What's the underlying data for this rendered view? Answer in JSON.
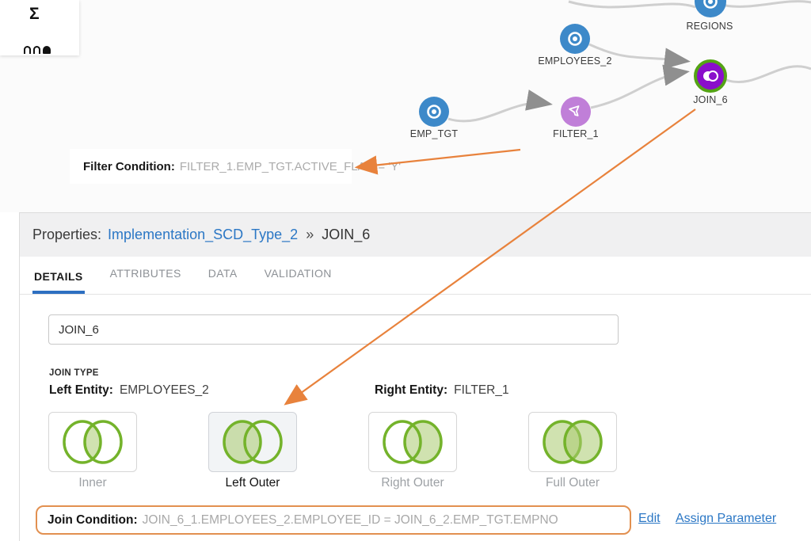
{
  "canvas": {
    "toolbar": {
      "sigma_glyph": "Σ"
    },
    "nodes": [
      {
        "id": "regions",
        "label": "REGIONS"
      },
      {
        "id": "employees_2",
        "label": "EMPLOYEES_2"
      },
      {
        "id": "emp_tgt",
        "label": "EMP_TGT"
      },
      {
        "id": "filter_1",
        "label": "FILTER_1"
      },
      {
        "id": "join_6",
        "label": "JOIN_6"
      }
    ],
    "filter_annotation": {
      "label": "Filter Condition:",
      "value": "FILTER_1.EMP_TGT.ACTIVE_FLAG = 'Y'"
    }
  },
  "properties": {
    "title_label": "Properties:",
    "breadcrumb_link": "Implementation_SCD_Type_2",
    "breadcrumb_separator": "»",
    "breadcrumb_current": "JOIN_6",
    "tabs": [
      {
        "label": "DETAILS",
        "active": true
      },
      {
        "label": "ATTRIBUTES",
        "active": false
      },
      {
        "label": "DATA",
        "active": false
      },
      {
        "label": "VALIDATION",
        "active": false
      }
    ],
    "name_value": "JOIN_6",
    "join_type_label": "JOIN TYPE",
    "left_entity_label": "Left Entity:",
    "left_entity_value": "EMPLOYEES_2",
    "right_entity_label": "Right Entity:",
    "right_entity_value": "FILTER_1",
    "join_types": [
      {
        "label": "Inner",
        "selected": false
      },
      {
        "label": "Left Outer",
        "selected": true
      },
      {
        "label": "Right Outer",
        "selected": false
      },
      {
        "label": "Full Outer",
        "selected": false
      }
    ],
    "join_condition_label": "Join Condition:",
    "join_condition_value": "JOIN_6_1.EMPLOYEES_2.EMPLOYEE_ID = JOIN_6_2.EMP_TGT.EMPNO",
    "edit_link": "Edit",
    "assign_parameter_link": "Assign Parameter"
  },
  "colors": {
    "node_blue": "#3d89c9",
    "node_purple": "#c07fd8",
    "join_purple": "#8a0ecb",
    "join_ring_green": "#54a315",
    "wire_gray": "#cfcfcf",
    "annotation_orange": "#e8823c",
    "venn_green_stroke": "#74b32b",
    "venn_green_fill": "#a9cb70",
    "link_blue": "#2b77c5",
    "tab_underline_blue": "#2d6fc1"
  }
}
